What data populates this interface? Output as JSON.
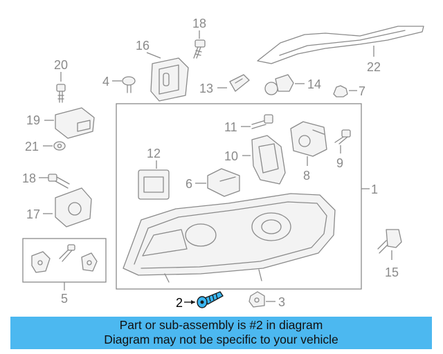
{
  "diagram": {
    "callouts": {
      "c1": "1",
      "c2": "2",
      "c3": "3",
      "c4": "4",
      "c5": "5",
      "c6": "6",
      "c7": "7",
      "c8": "8",
      "c9": "9",
      "c10": "10",
      "c11": "11",
      "c12": "12",
      "c13": "13",
      "c14": "14",
      "c15": "15",
      "c16": "16",
      "c17": "17",
      "c18a": "18",
      "c18b": "18",
      "c19": "19",
      "c20": "20",
      "c21": "21",
      "c22": "22"
    },
    "highlighted_part": "2",
    "colors": {
      "line": "#8a8a8a",
      "highlight": "#39b5f0",
      "banner": "#4cb8f0"
    }
  },
  "banner": {
    "line1": "Part or sub-assembly is #2 in diagram",
    "line2": "Diagram may not be specific to your vehicle"
  }
}
